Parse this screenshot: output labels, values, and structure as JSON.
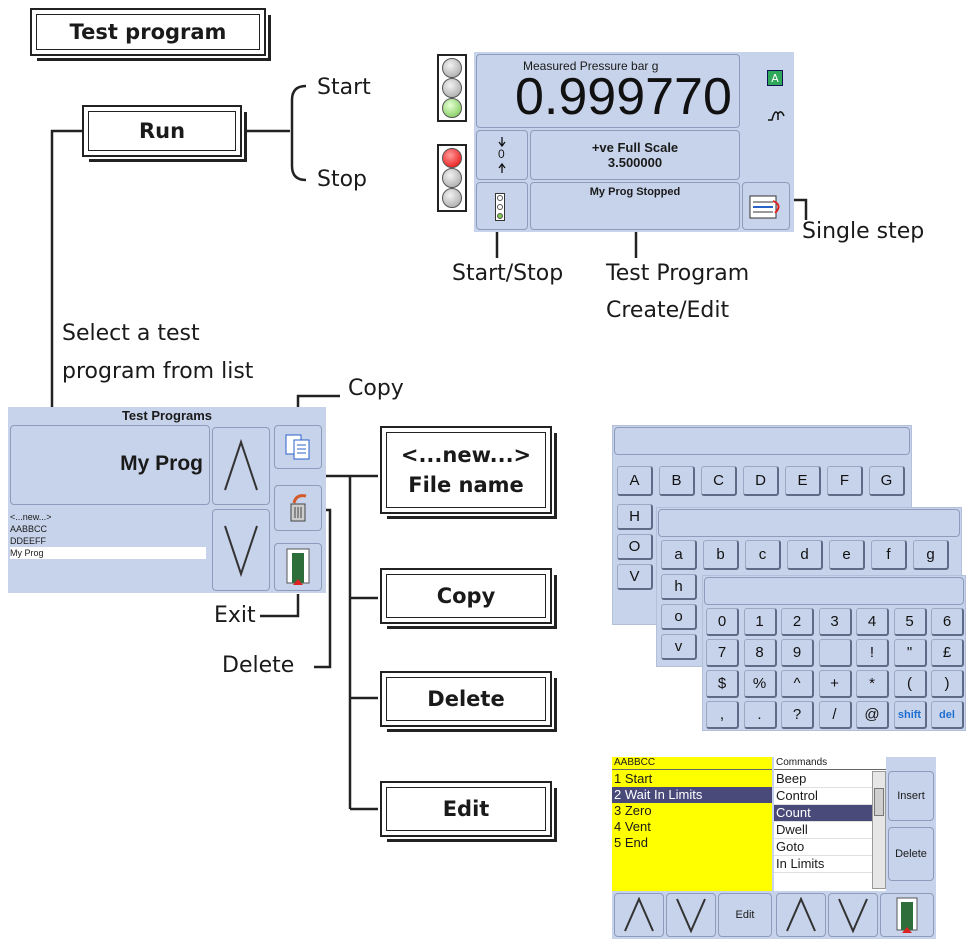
{
  "flow": {
    "test_program": "Test program",
    "run": "Run",
    "start": "Start",
    "stop": "Stop",
    "select_note_line1": "Select a test",
    "select_note_line2": "program from list",
    "new_file_line1": "<...new...>",
    "new_file_line2": "File name",
    "copy": "Copy",
    "delete": "Delete",
    "edit": "Edit"
  },
  "callouts": {
    "start_stop": "Start/Stop",
    "create_edit_line1": "Test Program",
    "create_edit_line2": "Create/Edit",
    "single_step": "Single step",
    "copy": "Copy",
    "exit": "Exit",
    "delete": "Delete"
  },
  "main_screen": {
    "measured_label": "Measured Pressure   bar g",
    "reading": "0.999770",
    "mode_badge": "A",
    "full_scale_label": "+ve Full Scale",
    "full_scale_value": "3.500000",
    "status": "My Prog Stopped",
    "zero_glyph": "0",
    "icons": [
      "traffic-light-idle-icon",
      "traffic-light-stopped-icon",
      "filter-wave-icon",
      "test-program-icon",
      "arrows-up-down-icon"
    ]
  },
  "programs_screen": {
    "title": "Test Programs",
    "selected": "My Prog",
    "list": [
      "<...new...>",
      "AABBCC",
      "DDEEFF",
      "My Prog"
    ],
    "selected_index": 3,
    "up_glyph": "/\\",
    "down_glyph": "\\/"
  },
  "keyboard": {
    "upper_row": [
      "A",
      "B",
      "C",
      "D",
      "E",
      "F",
      "G"
    ],
    "upper_col": [
      "H",
      "O",
      "V"
    ],
    "lower_row": [
      "a",
      "b",
      "c",
      "d",
      "e",
      "f",
      "g"
    ],
    "lower_col": [
      "h",
      "o",
      "v"
    ],
    "sym_row1": [
      "0",
      "1",
      "2",
      "3",
      "4",
      "5",
      "6"
    ],
    "sym_row2": [
      "7",
      "8",
      "9",
      "",
      "!",
      "\"",
      "£"
    ],
    "sym_row3": [
      "$",
      "%",
      "^",
      "+",
      "*",
      "(",
      ")"
    ],
    "sym_row4": [
      ",",
      ".",
      "?",
      "/",
      "@",
      "shift",
      "del"
    ],
    "accent_color": "#1f6fd1"
  },
  "editor": {
    "program_name": "AABBCC",
    "steps": [
      "1 Start",
      "2 Wait In Limits",
      "3 Zero",
      "4 Vent",
      "5 End"
    ],
    "selected_step": 1,
    "commands_header": "Commands",
    "commands": [
      "Beep",
      "Control",
      "Count",
      "Dwell",
      "Goto",
      "In Limits"
    ],
    "selected_command": 2,
    "insert": "Insert",
    "delete": "Delete",
    "edit": "Edit",
    "step_bg": "#ffff00",
    "highlight": "#4a4a7a"
  }
}
